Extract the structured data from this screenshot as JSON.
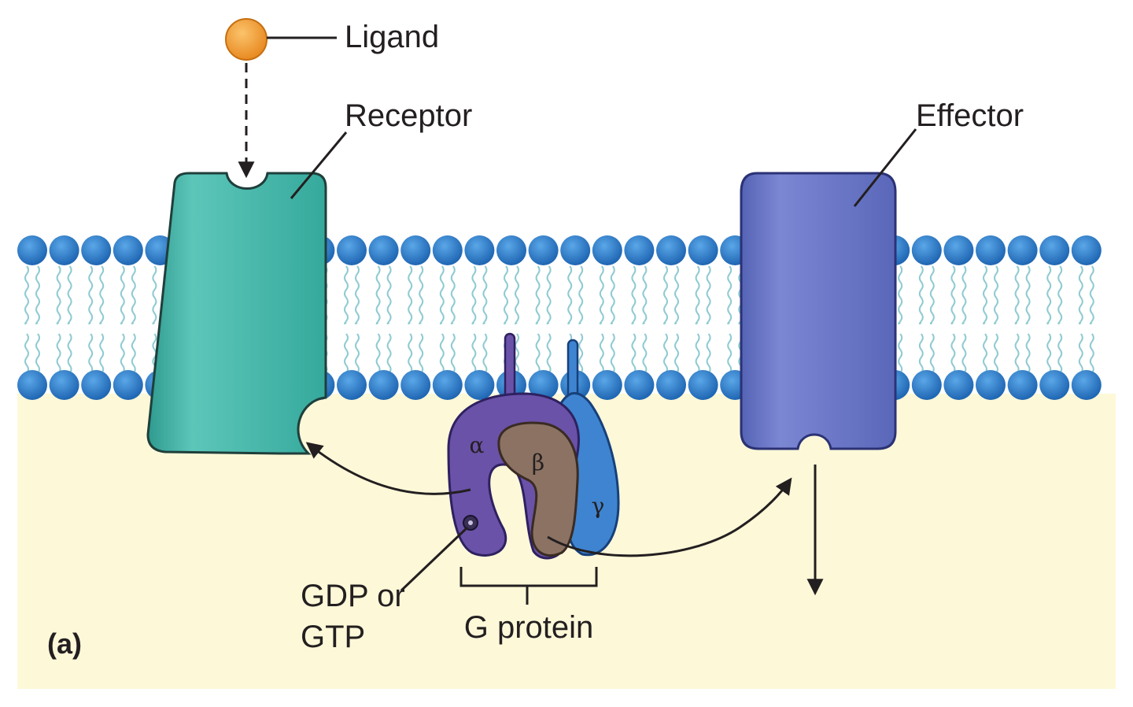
{
  "labels": {
    "ligand": "Ligand",
    "receptor": "Receptor",
    "effector": "Effector",
    "nucleotide_line1": "GDP or",
    "nucleotide_line2": "GTP",
    "g_protein": "G protein",
    "panel": "(a)"
  },
  "subunits": {
    "alpha": "α",
    "beta": "β",
    "gamma": "γ"
  },
  "colors": {
    "background": "#ffffff",
    "cytoplasm": "#fdf8d8",
    "lipid_head": "#2b7bc8",
    "lipid_tail": "#8fcbd2",
    "receptor": "#3fb0a4",
    "effector": "#5f6cc0",
    "g_alpha": "#6a52a8",
    "g_beta": "#8b7262",
    "g_gamma": "#3f84d0",
    "ligand": "#f29a35",
    "line": "#231f20"
  }
}
